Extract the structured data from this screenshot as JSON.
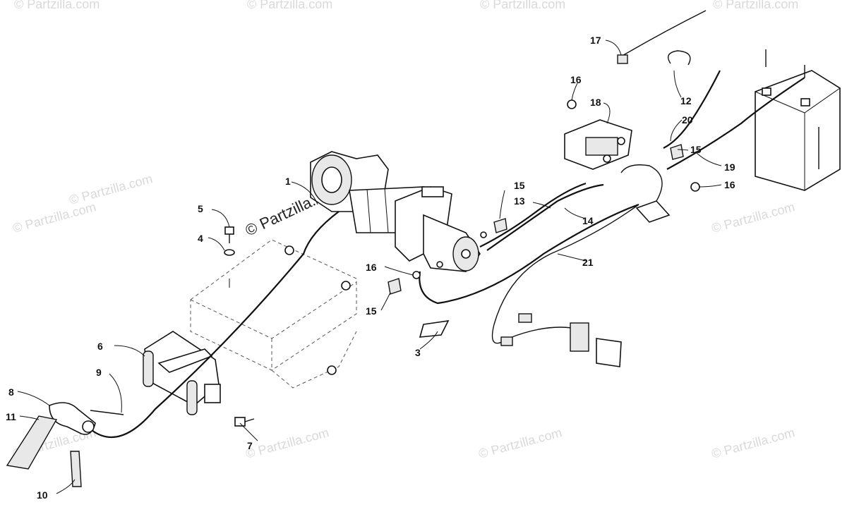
{
  "watermarks": {
    "main": "© Partzilla.com",
    "tile": "© Partzilla.com"
  },
  "callouts": {
    "c1": "1",
    "c3": "3",
    "c4": "4",
    "c5": "5",
    "c6": "6",
    "c7": "7",
    "c8": "8",
    "c9": "9",
    "c10": "10",
    "c11": "11",
    "c12": "12",
    "c13": "13",
    "c14": "14",
    "c15a": "15",
    "c15b": "15",
    "c15c": "15",
    "c16a": "16",
    "c16b": "16",
    "c16c": "16",
    "c17": "17",
    "c18": "18",
    "c19": "19",
    "c20": "20",
    "c21": "21"
  }
}
